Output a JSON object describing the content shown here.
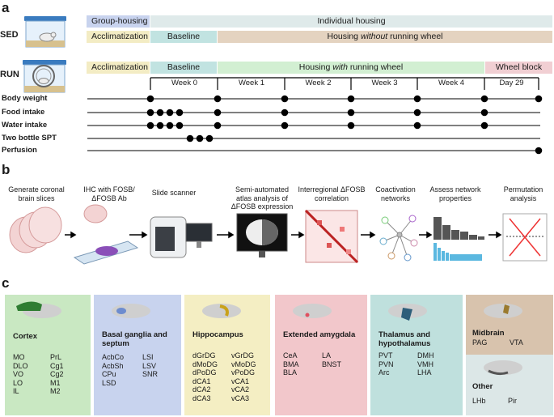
{
  "panel_a": {
    "letter": "a",
    "groups": {
      "sed": "SED",
      "run": "RUN"
    },
    "sed_bars": {
      "group_housing": "Group-housing",
      "individual_housing": "Individual housing",
      "acclimatization": "Acclimatization",
      "baseline": "Baseline",
      "housing_without": "Housing without running wheel"
    },
    "run_bars": {
      "acclimatization": "Acclimatization",
      "baseline": "Baseline",
      "housing_with": "Housing with running wheel",
      "wheel_block": "Wheel block"
    },
    "weeks": [
      "Week 0",
      "Week 1",
      "Week 2",
      "Week 3",
      "Week 4",
      "Day 29"
    ],
    "rows": [
      "Body weight",
      "Food intake",
      "Water intake",
      "Two bottle SPT",
      "Perfusion"
    ]
  },
  "panel_b": {
    "letter": "b",
    "steps": [
      "Generate coronal brain slices",
      "IHC with FOSB/ ΔFOSB Ab",
      "Slide scanner",
      "Semi-automated atlas analysis of ΔFOSB expression",
      "Interregional ΔFOSB correlation",
      "Coactivation networks",
      "Assess network properties",
      "Permutation analysis"
    ]
  },
  "panel_c": {
    "letter": "c",
    "regions": [
      {
        "title": "Cortex",
        "col1": "MO\nDLO\nVO\nLO\nIL",
        "col2": "PrL\nCg1\nCg2\nM1\nM2"
      },
      {
        "title": "Basal ganglia and septum",
        "col1": "AcbCo\nAcbSh\nCPu\nLSD",
        "col2": "LSI\nLSV\nSNR"
      },
      {
        "title": "Hippocampus",
        "col1": "dGrDG\ndMoDG\ndPoDG\ndCA1\ndCA2\ndCA3",
        "col2": "vGrDG\nvMoDG\nvPoDG\nvCA1\nvCA2\nvCA3"
      },
      {
        "title": "Extended amygdala",
        "col1": "CeA\nBMA\nBLA",
        "col2": "LA\nBNST"
      },
      {
        "title": "Thalamus and hypothalamus",
        "col1": "PVT\nPVN\nArc",
        "col2": "DMH\nVMH\nLHA"
      },
      {
        "title": "Midbrain",
        "col1": "PAG",
        "col2": "VTA"
      },
      {
        "title": "Other",
        "col1": "LHb",
        "col2": "Pir"
      }
    ],
    "colors": {
      "cortex": "#c9e8c2",
      "basal": "#c8d3ee",
      "hippo": "#f4eec3",
      "amyg": "#f2c7cb",
      "thal": "#bfe0dd",
      "midbrain": "#d8c3ad",
      "other": "#dce7e7"
    }
  }
}
